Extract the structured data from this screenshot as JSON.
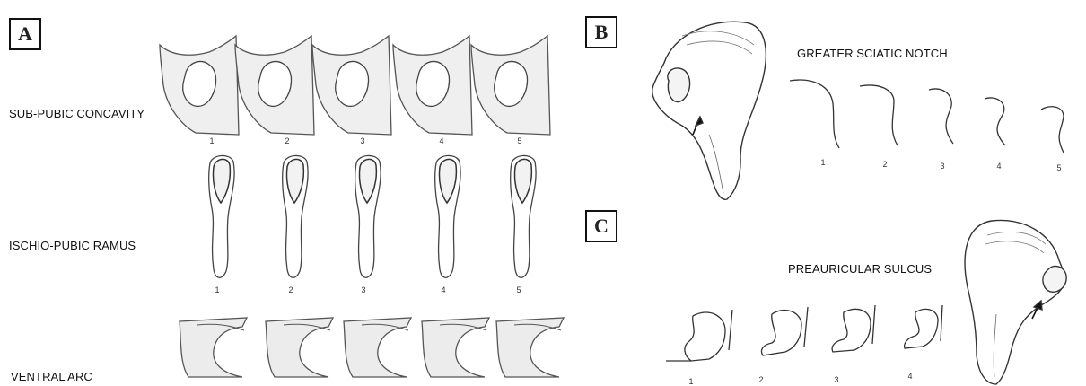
{
  "panels": {
    "a": {
      "letter": "A",
      "rows": [
        {
          "label": "SUB-PUBIC CONCAVITY",
          "numbers": [
            "1",
            "2",
            "3",
            "4",
            "5"
          ]
        },
        {
          "label": "ISCHIO-PUBIC RAMUS",
          "numbers": [
            "1",
            "2",
            "3",
            "4",
            "5"
          ]
        },
        {
          "label": "VENTRAL ARC",
          "numbers": []
        }
      ]
    },
    "b": {
      "letter": "B",
      "label": "GREATER SCIATIC NOTCH",
      "numbers": [
        "1",
        "2",
        "3",
        "4",
        "5"
      ]
    },
    "c": {
      "letter": "C",
      "label": "PREAURICULAR SULCUS",
      "numbers": [
        "1",
        "2",
        "3",
        "4"
      ]
    }
  }
}
